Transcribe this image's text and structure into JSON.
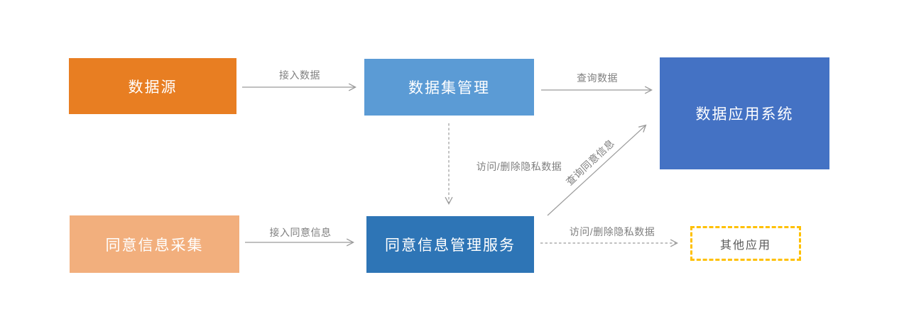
{
  "canvas": {
    "background": "#FFFFFF"
  },
  "nodes": {
    "data_source": {
      "label": "数据源",
      "fill": "#E87E22",
      "text_color": "#FFFFFF"
    },
    "dataset_mgmt": {
      "label": "数据集管理",
      "fill": "#5B9BD5",
      "text_color": "#FFFFFF"
    },
    "data_app": {
      "label": "数据应用系统",
      "fill": "#4472C4",
      "text_color": "#FFFFFF"
    },
    "consent_collect": {
      "label": "同意信息采集",
      "fill": "#F2AF7D",
      "text_color": "#FFFFFF"
    },
    "consent_mgmt": {
      "label": "同意信息管理服务",
      "fill": "#2E75B6",
      "text_color": "#FFFFFF"
    },
    "other_app": {
      "label": "其他应用",
      "fill": "#FFFFFF",
      "border_color": "#FFC000",
      "text_color": "#595959"
    }
  },
  "edges": {
    "access_data": {
      "label": "接入数据",
      "from": "data_source",
      "to": "dataset_mgmt",
      "style": "solid"
    },
    "query_data": {
      "label": "查询数据",
      "from": "dataset_mgmt",
      "to": "data_app",
      "style": "solid"
    },
    "access_delete_down": {
      "label": "访问/删除隐私数据",
      "from": "dataset_mgmt",
      "to": "consent_mgmt",
      "style": "dashed"
    },
    "query_consent": {
      "label": "查询同意信息",
      "from": "consent_mgmt",
      "to": "data_app",
      "style": "solid"
    },
    "access_consent": {
      "label": "接入同意信息",
      "from": "consent_collect",
      "to": "consent_mgmt",
      "style": "solid"
    },
    "access_delete_right": {
      "label": "访问/删除隐私数据",
      "from": "consent_mgmt",
      "to": "other_app",
      "style": "dashed"
    }
  },
  "style": {
    "edge_color": "#9B9B9B",
    "edge_label_color": "#7F7F7F"
  }
}
